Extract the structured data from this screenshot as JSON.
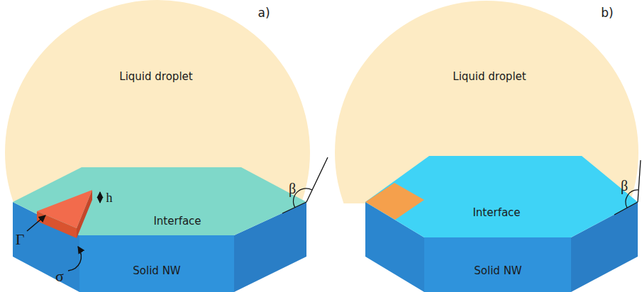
{
  "diagram": {
    "labels": [
      "a)",
      "b)",
      "Liquid droplet",
      "Interface",
      "Γ",
      "h",
      "σ",
      "β",
      "Solid NW",
      "Liquid droplet",
      "Interface",
      "β",
      "Solid NW"
    ]
  }
}
